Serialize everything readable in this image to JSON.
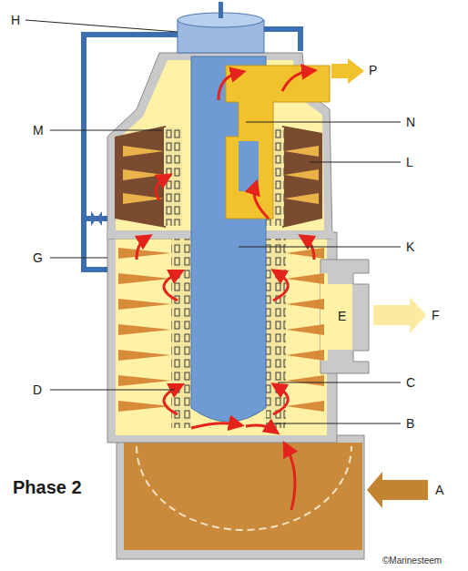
{
  "diagram": {
    "labels": [
      "H",
      "P",
      "M",
      "N",
      "L",
      "G",
      "K",
      "E",
      "F",
      "D",
      "C",
      "B",
      "A",
      "Phase 2",
      "©Marinesteem"
    ]
  }
}
